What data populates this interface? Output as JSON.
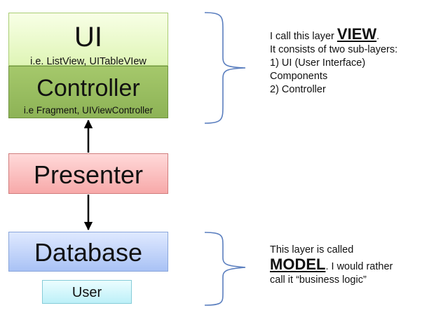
{
  "layers": {
    "ui": {
      "title": "UI",
      "subtitle": "i.e. ListView, UITableVIew"
    },
    "controller": {
      "title": "Controller",
      "subtitle": "i.e Fragment, UIViewController"
    },
    "presenter": {
      "title": "Presenter"
    },
    "database": {
      "title": "Database"
    },
    "user": {
      "title": "User"
    }
  },
  "view_note": {
    "prefix": "I call this layer ",
    "keyword": "VIEW",
    "suffix": ".",
    "lines": [
      "It consists of two sub-layers:",
      "1) UI (User Interface)",
      "Components",
      "2) Controller"
    ]
  },
  "model_note": {
    "line1": "This layer is called",
    "keyword": "MODEL",
    "line2_suffix": ". I would rather",
    "line3": "call it “business logic”"
  },
  "colors": {
    "ui": "#dff5b6",
    "controller": "#8db356",
    "presenter": "#f7a9a9",
    "database": "#a9c2f5",
    "user": "#bdf0f8",
    "brace": "#5b7fbf",
    "arrow": "#000000"
  }
}
